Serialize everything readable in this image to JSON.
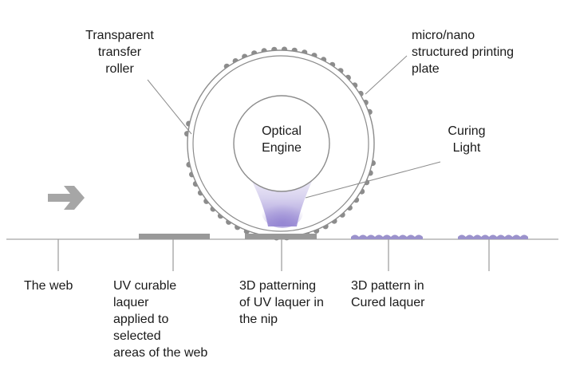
{
  "labels": {
    "transfer_roller": [
      "Transparent",
      "transfer",
      "roller"
    ],
    "printing_plate": [
      "micro/nano",
      "structured printing",
      "plate"
    ],
    "optical_engine": [
      "Optical",
      "Engine"
    ],
    "curing_light": [
      "Curing",
      "Light"
    ],
    "the_web": "The web",
    "uv_laquer": [
      "UV curable",
      "laquer",
      "applied to",
      "selected",
      "areas of the web"
    ],
    "patterning": [
      "3D patterning",
      "of UV laquer in",
      "the nip"
    ],
    "cured": [
      "3D pattern in",
      "Cured laquer"
    ]
  },
  "colors": {
    "outline": "#8c8c8c",
    "web_line": "#b3b3b3",
    "laquer": "#999999",
    "cured": "#9b92cc",
    "light": "#8f7fd0",
    "arrow": "#a6a6a6",
    "text": "#1a1a1a"
  }
}
